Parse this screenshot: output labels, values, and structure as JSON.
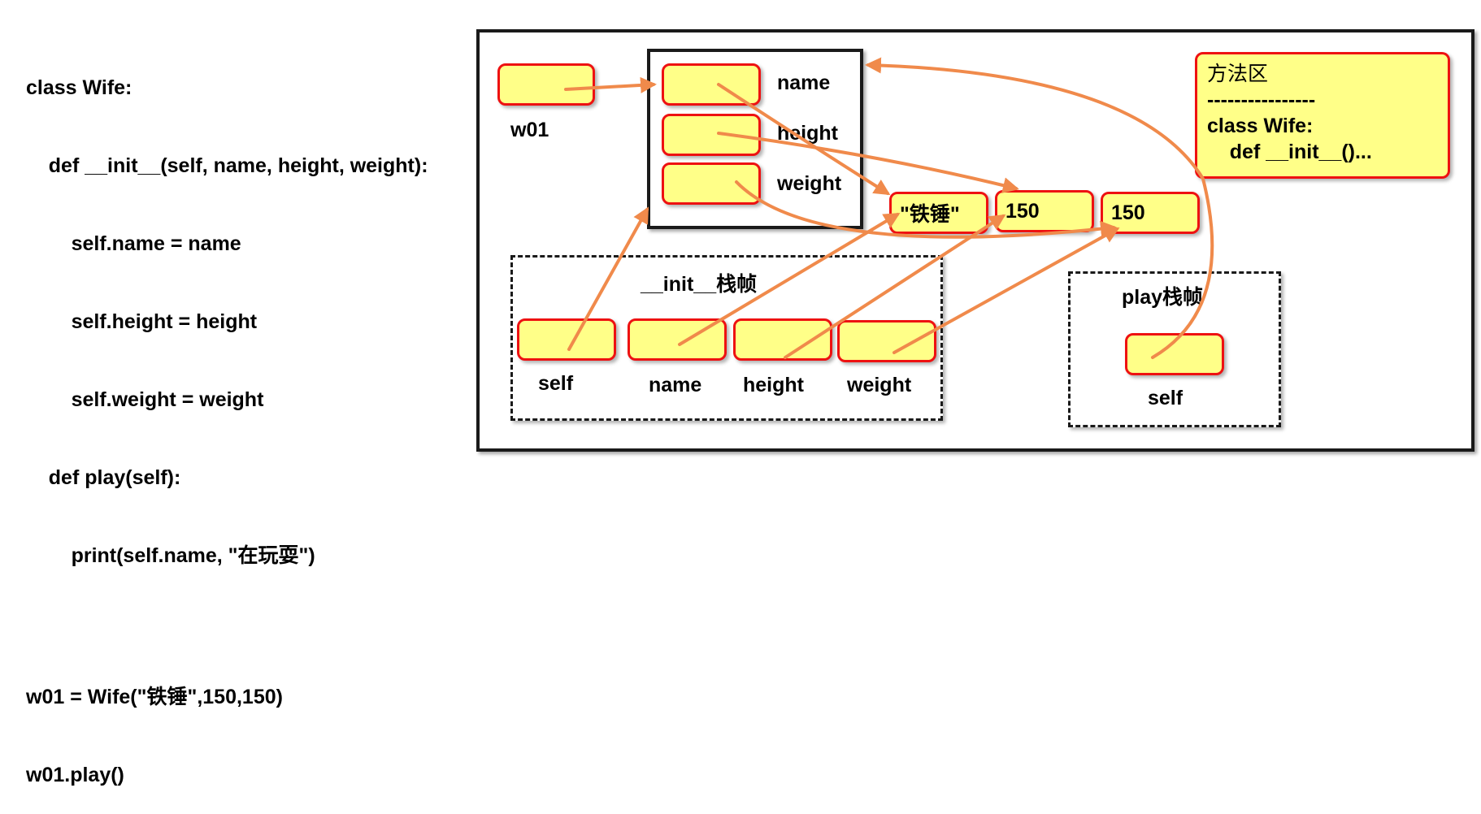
{
  "code": {
    "lines": [
      "class Wife:",
      "    def __init__(self, name, height, weight):",
      "        self.name = name",
      "        self.height = height",
      "        self.weight = weight",
      "    def play(self):",
      "        print(self.name, \"在玩耍\")"
    ],
    "lines2": [
      "w01 = Wife(\"铁锤\",150,150)",
      "w01.play()"
    ]
  },
  "variables": {
    "w01": "w01"
  },
  "object": {
    "name_label": "name",
    "height_label": "height",
    "weight_label": "weight"
  },
  "values": {
    "tiechui": "\"铁锤\"",
    "v150a": "150",
    "v150b": "150"
  },
  "init_frame": {
    "title": "__init__栈帧",
    "self": "self",
    "name": "name",
    "height": "height",
    "weight": "weight"
  },
  "play_frame": {
    "title": "play栈帧",
    "self": "self"
  },
  "method_area": {
    "title": "方法区",
    "divider": "----------------",
    "class_line": "class Wife:",
    "def_line": "    def __init__()..."
  },
  "colors": {
    "cell_fill": "#ffff88",
    "cell_border": "#ee1111",
    "arrow": "#f08a4b"
  }
}
